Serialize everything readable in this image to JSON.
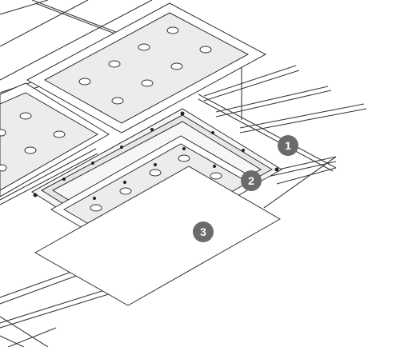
{
  "callouts": [
    {
      "id": "callout-1",
      "label": "1"
    },
    {
      "id": "callout-2",
      "label": "2"
    },
    {
      "id": "callout-3",
      "label": "3"
    }
  ]
}
